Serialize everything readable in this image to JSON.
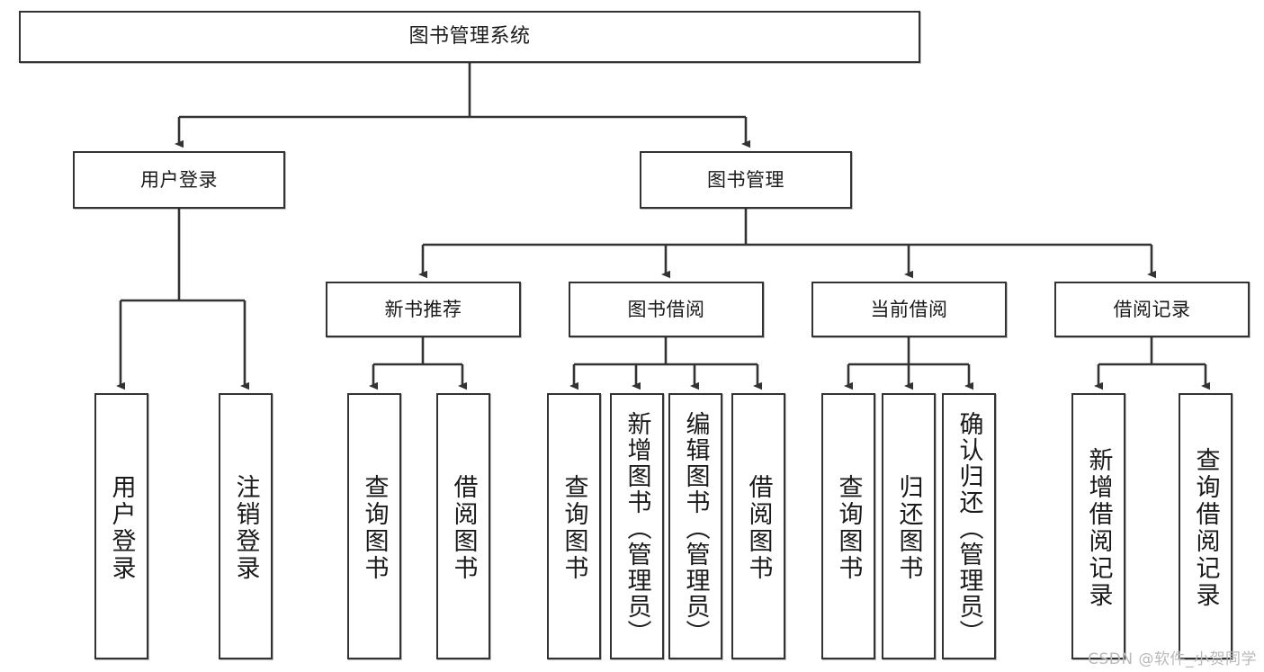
{
  "diagram": {
    "title": "图书管理系统",
    "watermark": "CSDN @软件_小贺同学",
    "colors": {
      "box_border": "#333333",
      "box_fill": "#ffffff",
      "edge": "#333333",
      "text": "#1a1a1a",
      "watermark": "#b9b9b9"
    },
    "levels": {
      "root": {
        "label": "图书管理系统"
      },
      "level2": [
        {
          "id": "user-login",
          "label": "用户登录"
        },
        {
          "id": "book-management",
          "label": "图书管理"
        }
      ],
      "level3": [
        {
          "id": "new-book-recommend",
          "label": "新书推荐"
        },
        {
          "id": "book-borrow",
          "label": "图书借阅"
        },
        {
          "id": "current-borrow",
          "label": "当前借阅"
        },
        {
          "id": "borrow-record",
          "label": "借阅记录"
        }
      ],
      "leaves": [
        {
          "id": "leaf-user-login",
          "parent": "user-login",
          "label": "用户登录"
        },
        {
          "id": "leaf-logout",
          "parent": "user-login",
          "label": "注销登录"
        },
        {
          "id": "leaf-query-book-1",
          "parent": "new-book-recommend",
          "label": "查询图书"
        },
        {
          "id": "leaf-borrow-book-1",
          "parent": "new-book-recommend",
          "label": "借阅图书"
        },
        {
          "id": "leaf-query-book-2",
          "parent": "book-borrow",
          "label": "查询图书"
        },
        {
          "id": "leaf-add-book",
          "parent": "book-borrow",
          "label": "新增图书（管理员）"
        },
        {
          "id": "leaf-edit-book",
          "parent": "book-borrow",
          "label": "编辑图书（管理员）"
        },
        {
          "id": "leaf-borrow-book-2",
          "parent": "book-borrow",
          "label": "借阅图书"
        },
        {
          "id": "leaf-query-book-3",
          "parent": "current-borrow",
          "label": "查询图书"
        },
        {
          "id": "leaf-return-book",
          "parent": "current-borrow",
          "label": "归还图书"
        },
        {
          "id": "leaf-confirm-return",
          "parent": "current-borrow",
          "label": "确认归还（管理员）"
        },
        {
          "id": "leaf-add-record",
          "parent": "borrow-record",
          "label": "新增借阅记录"
        },
        {
          "id": "leaf-query-record",
          "parent": "borrow-record",
          "label": "查询借阅记录"
        }
      ]
    },
    "chart_data": {
      "type": "tree",
      "title": "图书管理系统",
      "root": {
        "label": "图书管理系统",
        "children": [
          {
            "label": "用户登录",
            "children": [
              {
                "label": "用户登录"
              },
              {
                "label": "注销登录"
              }
            ]
          },
          {
            "label": "图书管理",
            "children": [
              {
                "label": "新书推荐",
                "children": [
                  {
                    "label": "查询图书"
                  },
                  {
                    "label": "借阅图书"
                  }
                ]
              },
              {
                "label": "图书借阅",
                "children": [
                  {
                    "label": "查询图书"
                  },
                  {
                    "label": "新增图书（管理员）"
                  },
                  {
                    "label": "编辑图书（管理员）"
                  },
                  {
                    "label": "借阅图书"
                  }
                ]
              },
              {
                "label": "当前借阅",
                "children": [
                  {
                    "label": "查询图书"
                  },
                  {
                    "label": "归还图书"
                  },
                  {
                    "label": "确认归还（管理员）"
                  }
                ]
              },
              {
                "label": "借阅记录",
                "children": [
                  {
                    "label": "新增借阅记录"
                  },
                  {
                    "label": "查询借阅记录"
                  }
                ]
              }
            ]
          }
        ]
      }
    }
  }
}
